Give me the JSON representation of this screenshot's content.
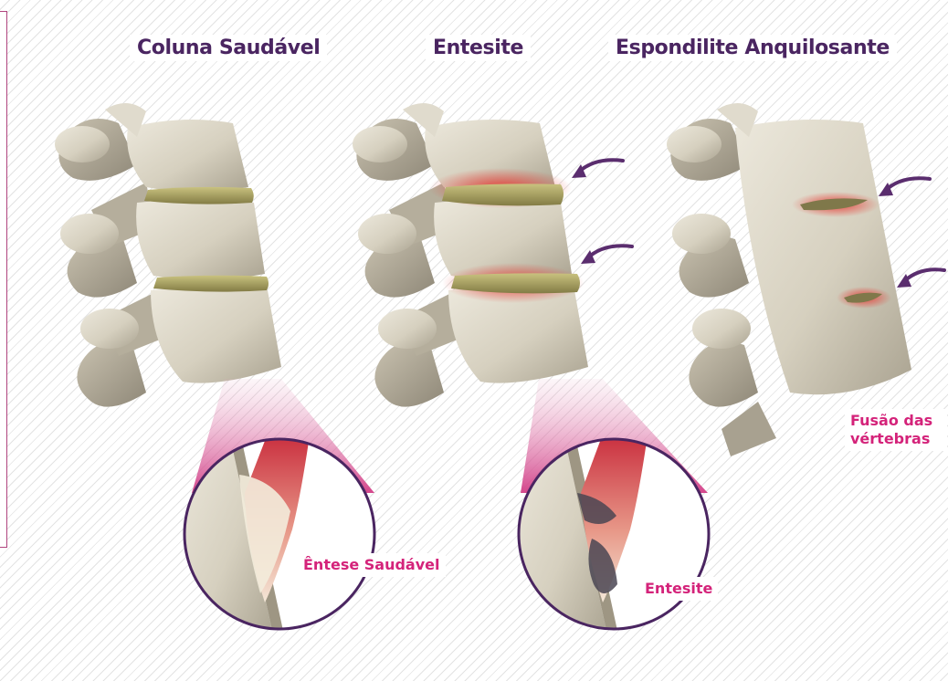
{
  "titles": {
    "healthy": "Coluna Saudável",
    "enthesitis": "Entesite",
    "as": "Espondilite Anquilosante"
  },
  "labels": {
    "healthy_enthesis": "Êntese Saudável",
    "enthesitis_inset": "Entesite",
    "fusion": "Fusão das vértebras"
  },
  "colors": {
    "title": "#4a2561",
    "label": "#d4237a",
    "bone": "#d8d2c2",
    "disc": "#a29b5d",
    "inflammation": "#e0302a",
    "arrow": "#5a2d6e",
    "border": "#b0447e"
  }
}
